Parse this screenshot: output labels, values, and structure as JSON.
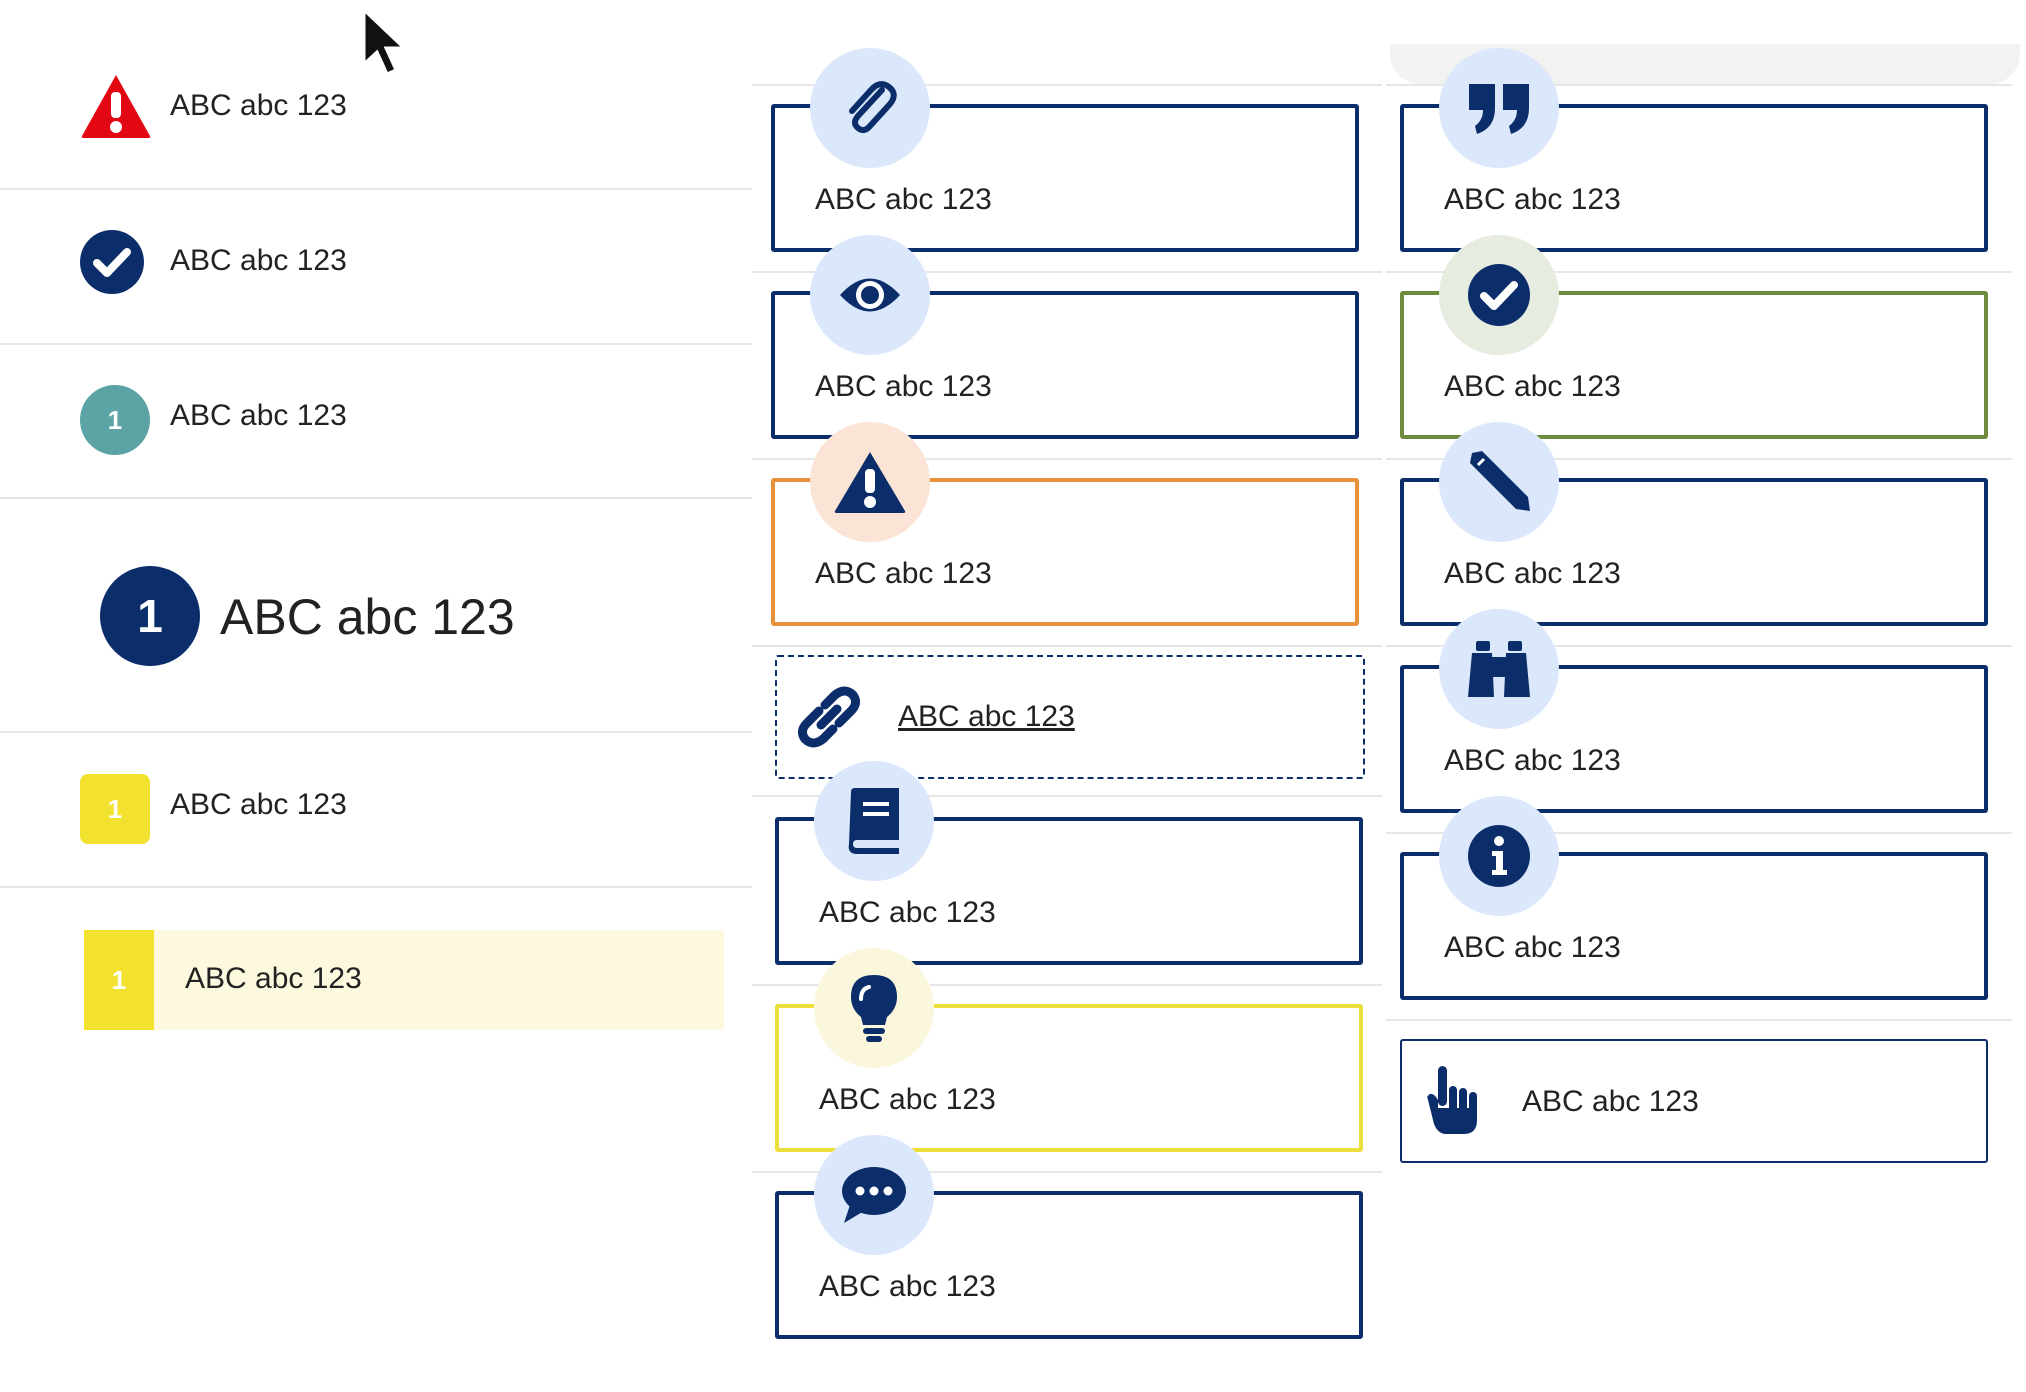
{
  "sample_text": "ABC abc 123",
  "colors": {
    "navy": "#0b2e6b",
    "red": "#e30613",
    "teal": "#5ba3a5",
    "yellow": "#f2e22f",
    "orange": "#e8903c",
    "green": "#6e8b3d",
    "light_blue": "#dbe8fb"
  },
  "left_list": [
    {
      "icon": "warning-triangle-icon",
      "text": "ABC abc 123"
    },
    {
      "icon": "check-circle-icon",
      "text": "ABC abc 123"
    },
    {
      "icon": "number-circle-icon",
      "number": "1",
      "text": "ABC abc 123"
    },
    {
      "icon": "large-number-circle-icon",
      "number": "1",
      "text": "ABC abc 123"
    },
    {
      "icon": "number-square-icon",
      "number": "1",
      "text": "ABC abc 123"
    },
    {
      "icon": "number-box-icon",
      "number": "1",
      "text": "ABC abc 123"
    }
  ],
  "middle_cards": [
    {
      "icon": "paperclip-icon",
      "text": "ABC abc 123"
    },
    {
      "icon": "eye-icon",
      "text": "ABC abc 123"
    },
    {
      "icon": "warning-triangle-icon",
      "text": "ABC abc 123"
    },
    {
      "icon": "link-icon",
      "text": "ABC abc 123"
    },
    {
      "icon": "book-icon",
      "text": "ABC abc 123"
    },
    {
      "icon": "lightbulb-icon",
      "text": "ABC abc 123"
    },
    {
      "icon": "speech-bubble-icon",
      "text": "ABC abc 123"
    }
  ],
  "right_cards": [
    {
      "icon": "quote-icon",
      "text": "ABC abc 123"
    },
    {
      "icon": "check-circle-icon",
      "text": "ABC abc 123"
    },
    {
      "icon": "pencil-icon",
      "text": "ABC abc 123"
    },
    {
      "icon": "binoculars-icon",
      "text": "ABC abc 123"
    },
    {
      "icon": "info-circle-icon",
      "text": "ABC abc 123"
    },
    {
      "icon": "pointing-hand-icon",
      "text": "ABC abc 123"
    }
  ]
}
